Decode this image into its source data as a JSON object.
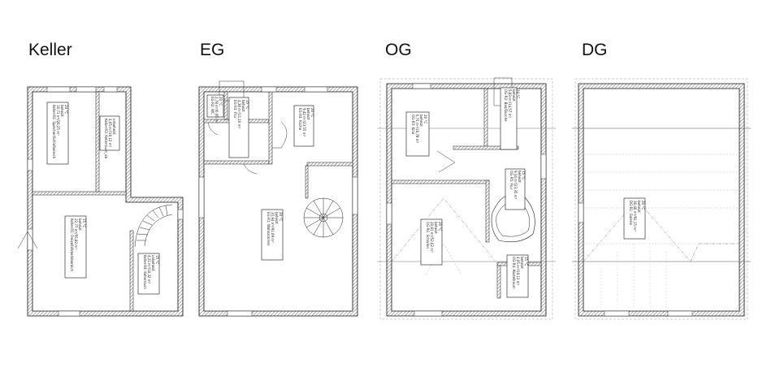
{
  "floors": [
    {
      "id": "keller",
      "title": "Keller"
    },
    {
      "id": "eg",
      "title": "EG"
    },
    {
      "id": "og",
      "title": "OG"
    },
    {
      "id": "dg",
      "title": "DG"
    }
  ],
  "rooms": {
    "k_r2": {
      "l1": "Keller-R2: Speicher/Schlafbereich",
      "l2": "10,71 m²/26,25 m³",
      "l3": "beheizt",
      "l4": "24 °C"
    },
    "k_r3": {
      "l1": "Keller-R3: Kellerraum_ab",
      "l2": "4,05 m²/10,12 m³",
      "l3": "unbeheizt",
      "l4": ""
    },
    "k_r1": {
      "l1": "Keller-R1: Freizeit/Arbeitsbereich",
      "l2": "22,77 m²/55,82 m³",
      "l3": "beheizt",
      "l4": "15 °C"
    },
    "k_r4": {
      "l1": "Keller-R4: Kellerraum",
      "l2": "4,21 m²/10,32 m³",
      "l3": "unbeheizt",
      "l4": "15 °C"
    },
    "eg_r2": {
      "l1": "EG-R2: WC",
      "l2": "2,78 m²/6,95 m³",
      "l3": "beheizt",
      "l4": "20 °C"
    },
    "eg_r3": {
      "l1": "EG-R3: Flur",
      "l2": "4,38 m²/11,10 m³",
      "l3": "beheizt",
      "l4": "15 °C"
    },
    "eg_r4": {
      "l1": "EG-R4: Küche",
      "l2": "9,42 m²/23,55 m³",
      "l3": "beheizt",
      "l4": "20 °C"
    },
    "eg_r1": {
      "l1": "EG-R1: Wohnzimmer",
      "l2": "35,94 m²/91,09 m³",
      "l3": "beheizt",
      "l4": "20 °C"
    },
    "og_r2": {
      "l1": "OG-R2: Bad/Dusche",
      "l2": "5,83 m²/14,57 m³",
      "l3": "beheizt",
      "l4": "24 °C"
    },
    "og_r3": {
      "l1": "OG-R3: Kind",
      "l2": "6,71 m²/16,78 m³",
      "l3": "beheizt",
      "l4": "20 °C"
    },
    "og_r5": {
      "l1": "OG-R5: Flur",
      "l2": "9,34 m²/23,35 m³",
      "l3": "beheizt",
      "l4": "15 °C"
    },
    "og_r1": {
      "l1": "OG-R1: Schlafen",
      "l2": "20,81 m²/52,02 m³",
      "l3": "beheizt",
      "l4": "20 °C"
    },
    "og_r4": {
      "l1": "OG-R4: Abstellraum",
      "l2": "4,05 m²/10,12 m³",
      "l3": "beheizt",
      "l4": "15 °C"
    },
    "dg_r1": {
      "l1": "DG-R1: Galerie",
      "l2": "36,46 m²/91,15 m³",
      "l3": "beheizt",
      "l4": "20 °C"
    }
  }
}
